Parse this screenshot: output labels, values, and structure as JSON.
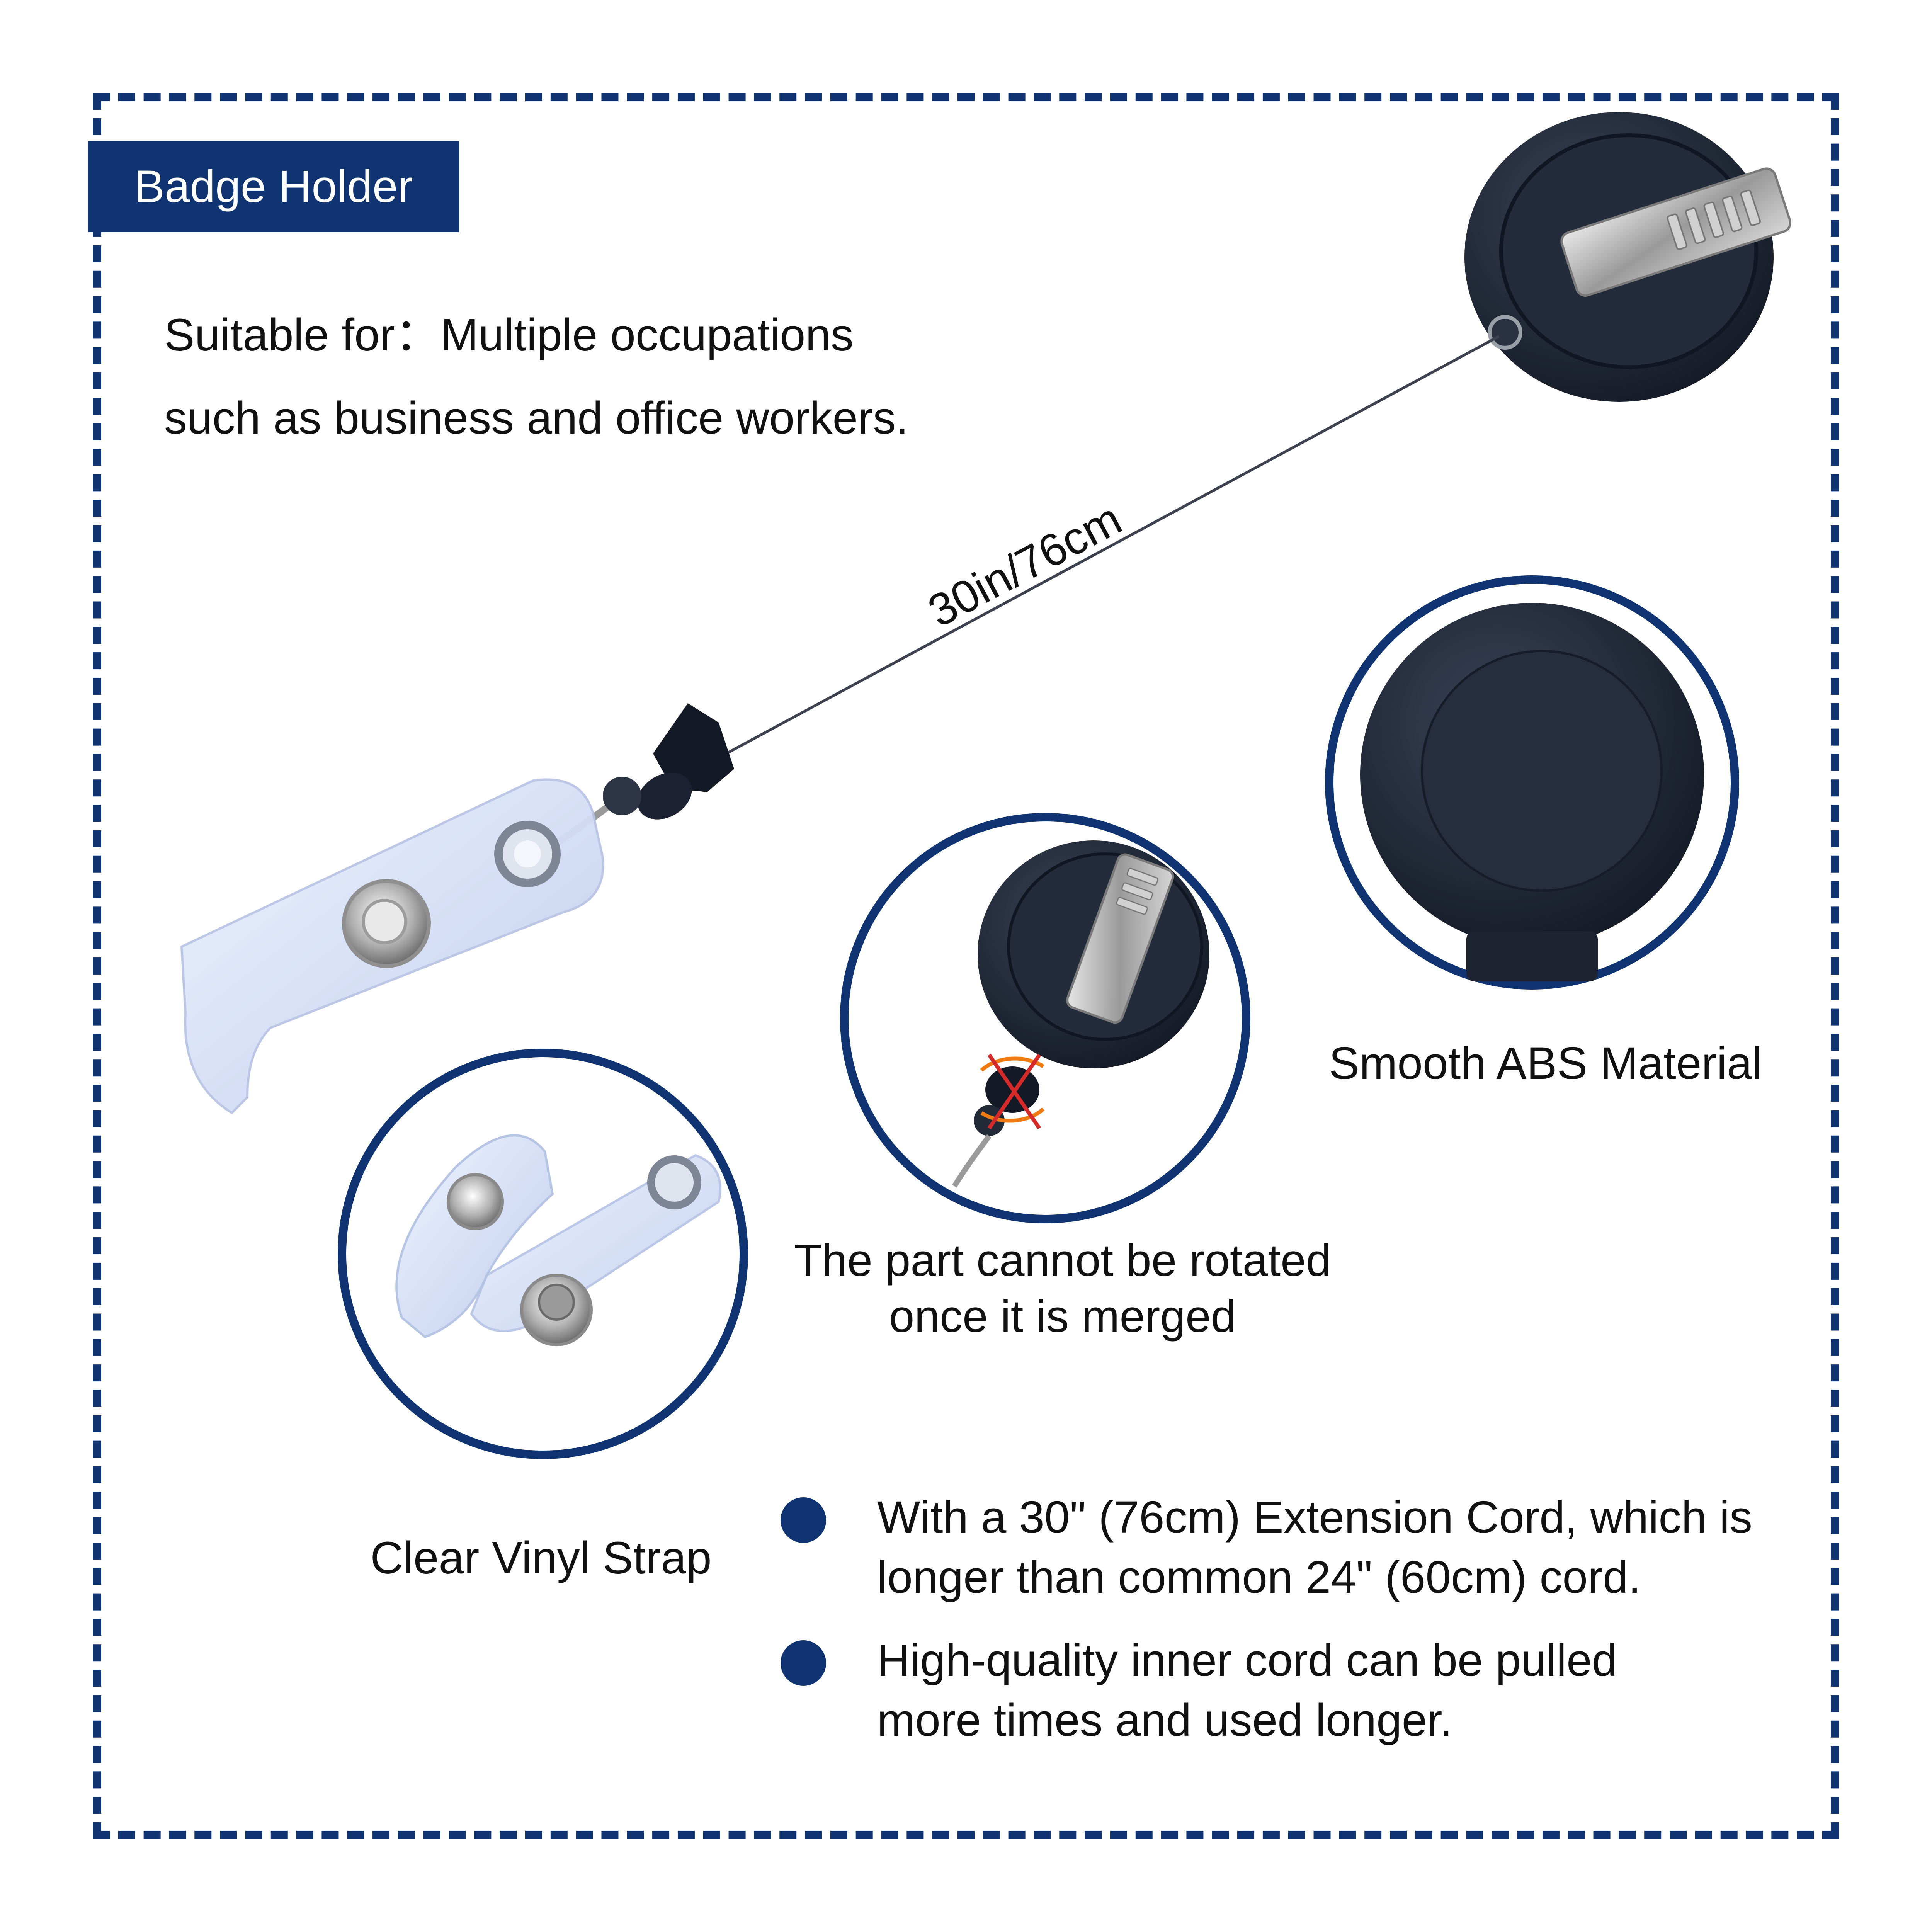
{
  "header": {
    "badge": "Badge Holder"
  },
  "intro": {
    "line1": "Suitable for：Multiple occupations",
    "line2": "such as business and office workers."
  },
  "cord": {
    "length_label": "30in/76cm"
  },
  "features": {
    "material": "Smooth ABS Material",
    "rotation_line1": "The part cannot be rotated",
    "rotation_line2": "once it is merged",
    "strap": "Clear Vinyl Strap"
  },
  "bullets": [
    {
      "line1": "With a 30\" (76cm) Extension Cord,  which is",
      "line2": "longer than common 24\" (60cm) cord."
    },
    {
      "line1": "High-quality inner cord can be pulled",
      "line2": "more times and used longer."
    }
  ],
  "colors": {
    "brand": "#0f3471",
    "product_body": "#1f2736",
    "vinyl": "#c9d5f0"
  }
}
